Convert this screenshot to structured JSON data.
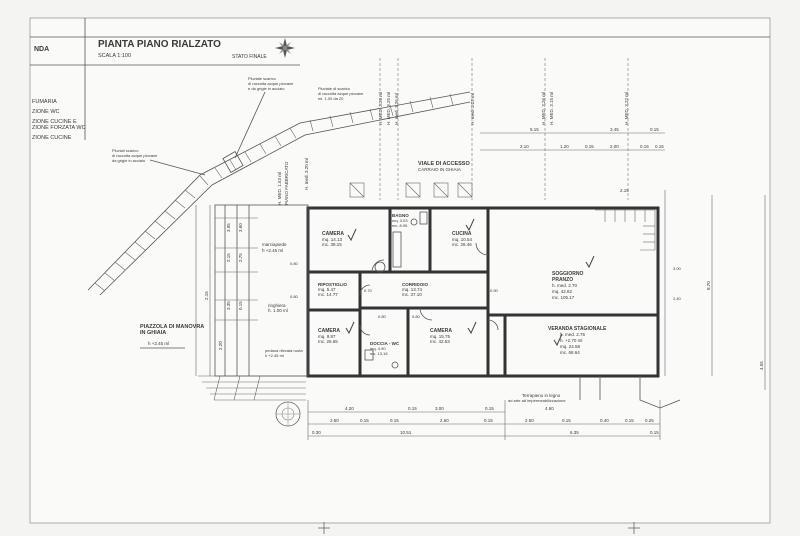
{
  "title_block": {
    "header_fragment": "NDA",
    "plan_title": "PIANTA PIANO RIALZATO",
    "scale": "SCALA 1:100",
    "state": "STATO FINALE"
  },
  "legend": {
    "items": [
      "FUMARIA",
      "ZIONE WC",
      "ZIONE CUCINE E",
      "ZIONE FORZATA WC",
      "ZIONE CUCINE"
    ]
  },
  "labels": {
    "street": "VIALE DI ACCESSO",
    "street_sub": "CARRAIO IN GHIAIA",
    "manoeuvre": "PIAZZOLA DI MANOVRA",
    "manoeuvre_sub": "IN GHIAIA",
    "manoeuvre_level": "h +2.45 ml",
    "marciapiede": "marciapiede",
    "marciapiede_level": "h +2.45 ml",
    "ringhiera": "ringhiera",
    "ringhiera_h": "h. 1.00 ml",
    "pedana": "pedana rilevata ruota",
    "pedana_level": "h +2.45 ml",
    "terrain": "Terrapieno in legno",
    "terrain_sub": "ad arte ad impermeabilizzazione",
    "scarico_left": "Pluviale scarico",
    "scarico_left_2": "di raccolta acque piovane",
    "scarico_left_3": "e da grigie in acciaio",
    "scarico_mid": "Pluviale di scarico",
    "scarico_mid_2": "di raccolta acque piovane",
    "scarico_mid_3": "ml. 1.00 da 20",
    "scarico_right": "Pluviali scarico",
    "scarico_right_2": "di raccolta acque piovane",
    "scarico_right_3": "da grigie in acciaio",
    "facade_left": "H. MED. 1.53 ml",
    "facade_left_2": "PIANO FABBRICATO",
    "level_a": "H. med. 3.20 ml",
    "level_b": "H. MED. 3.26 ml",
    "level_c": "H. MED. 3.25 ml",
    "level_d": "H. med. 3.26 ml",
    "level_e": "H. med. 3.22 ml",
    "level_f": "H. MED. 3.26 ml",
    "level_g": "H. MED. 3.15 ml",
    "level_h": "H. MED. 3.22 ml"
  },
  "rooms": [
    {
      "name": "CAMERA",
      "mq": "mq. 14.13",
      "mc": "mc. 38.15"
    },
    {
      "name": "BAGNO",
      "mq": "mq. 3.03",
      "mc": "mc. 8.95"
    },
    {
      "name": "CUCINA",
      "mq": "mq. 10.54",
      "mc": "mc. 28.46"
    },
    {
      "name": "RIPOSTIGLIO",
      "mq": "mq. 5.47",
      "mc": "mc. 14.77"
    },
    {
      "name": "CORRIDOIO",
      "mq": "mq. 13.74",
      "mc": "mc. 37.10"
    },
    {
      "name": "SOGGIORNO",
      "sub": "PRANZO",
      "h": "h. med. 2.70",
      "mq": "mq. 42.82",
      "mc": "mc. 105.17"
    },
    {
      "name": "CAMERA",
      "mq": "mq. 9.87",
      "mc": "mc. 26.65"
    },
    {
      "name": "DOCCIA - WC",
      "mq": "mq. 4.90",
      "mc": "mc. 13.16"
    },
    {
      "name": "CAMERA",
      "mq": "mq. 15.75",
      "mc": "mc. 42.53"
    },
    {
      "name": "VERANDA STAGIONALE",
      "h": "h. med. 2.75",
      "level": "h. +2.70 ml",
      "mq": "mq. 24.58",
      "mc": "mc. 68.64"
    }
  ],
  "dimensions": {
    "top": [
      "5.15",
      "3.45",
      "0.15",
      "2.10",
      "1.20",
      "0.15",
      "2.00",
      "0.15",
      "0.15"
    ],
    "bottom_1": [
      "4.20",
      "0.15",
      "3.00",
      "0.15",
      "4.60"
    ],
    "bottom_2": [
      "2.50",
      "0.15",
      "0.15",
      "2.60",
      "0.15",
      "2.50",
      "0.15",
      "0.40",
      "0.15",
      "0.25"
    ],
    "bottom_3": [
      "0.30",
      "10.51",
      "6.35",
      "0.15"
    ],
    "left": [
      "2.15",
      "3.95",
      "2.15",
      "3.60",
      "2.75",
      "0.15",
      "3.35",
      "2.20"
    ],
    "right": [
      "8.70",
      "4.55"
    ],
    "small": [
      "0.80",
      "0.80",
      "0.70",
      "0.80",
      "0.80",
      "0.90",
      "2.15",
      "3.00",
      "2.40"
    ]
  }
}
